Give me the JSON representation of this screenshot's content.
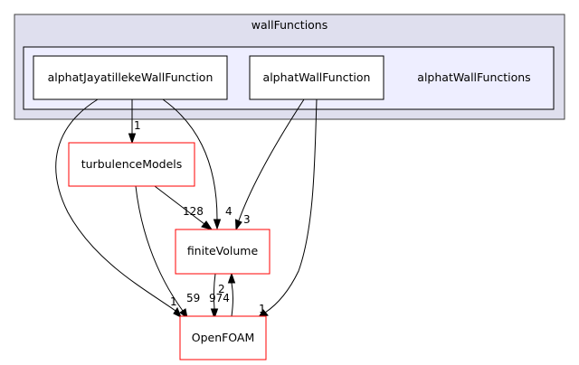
{
  "clusters": {
    "outer": {
      "label": "wallFunctions",
      "fill": "#dfdfee",
      "stroke": "#404040"
    },
    "inner": {
      "label": "alphatWallFunctions",
      "fill": "#eeeeff",
      "stroke": "#000000"
    }
  },
  "nodes": {
    "alphatJayatilleke": {
      "label": "alphatJayatillekeWallFunction",
      "stroke": "#000000"
    },
    "alphatWall": {
      "label": "alphatWallFunction",
      "stroke": "#000000"
    },
    "turbulenceModels": {
      "label": "turbulenceModels",
      "stroke": "#ff0000"
    },
    "finiteVolume": {
      "label": "finiteVolume",
      "stroke": "#ff0000"
    },
    "openFOAM": {
      "label": "OpenFOAM",
      "stroke": "#ff0000"
    }
  },
  "edges": {
    "jay_to_turb": {
      "label": "1"
    },
    "jay_to_fv": {
      "label": "4"
    },
    "jay_to_of": {
      "label": "1"
    },
    "aw_to_fv": {
      "label": "3"
    },
    "aw_to_of": {
      "label": "1"
    },
    "turb_to_fv": {
      "label": "128"
    },
    "turb_to_of": {
      "label": "59"
    },
    "fv_to_of": {
      "label": "974"
    },
    "of_to_fv": {
      "label": "2"
    }
  }
}
